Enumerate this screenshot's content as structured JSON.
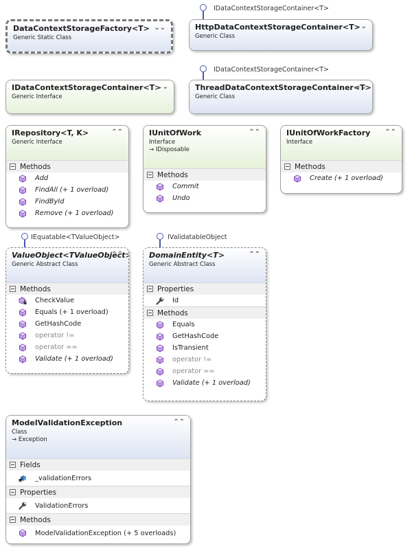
{
  "boxes": {
    "factory": {
      "title": "DataContextStorageFactory<T>",
      "kind": "Generic Static Class",
      "toggle": "⌄⌄"
    },
    "http": {
      "title": "HttpDataContextStorageContainer<T>",
      "kind": "Generic Class",
      "toggle": "⌄⌄",
      "interface": "IDataContextStorageContainer<T>"
    },
    "idcsc": {
      "title": "IDataContextStorageContainer<T>",
      "kind": "Generic Interface",
      "toggle": "⌄⌄"
    },
    "thread": {
      "title": "ThreadDataContextStorageContainer<T>",
      "kind": "Generic Class",
      "toggle": "⌄⌄",
      "interface": "IDataContextStorageContainer<T>"
    },
    "irepo": {
      "title": "IRepository<T, K>",
      "kind": "Generic Interface",
      "toggle": "⌃⌃",
      "sections": [
        {
          "label": "Methods",
          "members": [
            "Add",
            "FindAll (+ 1 overload)",
            "FindById",
            "Remove (+ 1 overload)"
          ]
        }
      ]
    },
    "iuow": {
      "title": "IUnitOfWork",
      "kind": "Interface",
      "base": "→ IDisposable",
      "toggle": "⌃⌃",
      "sections": [
        {
          "label": "Methods",
          "members": [
            "Commit",
            "Undo"
          ]
        }
      ]
    },
    "iuowf": {
      "title": "IUnitOfWorkFactory",
      "kind": "Interface",
      "toggle": "⌃⌃",
      "sections": [
        {
          "label": "Methods",
          "members": [
            "Create (+ 1 overload)"
          ]
        }
      ]
    },
    "vo": {
      "title": "ValueObject<TValueObject>",
      "kind": "Generic Abstract Class",
      "toggle": "⌃⌃",
      "interface": "IEquatable<TValueObject>",
      "sections": [
        {
          "label": "Methods",
          "members": [
            "CheckValue",
            "Equals (+ 1 overload)",
            "GetHashCode",
            "operator !=",
            "operator ==",
            "Validate (+ 1 overload)"
          ]
        }
      ]
    },
    "de": {
      "title": "DomainEntity<T>",
      "kind": "Generic Abstract Class",
      "toggle": "⌃⌃",
      "interface": "IValidatableObject",
      "sections": [
        {
          "label": "Properties",
          "members": [
            "Id"
          ]
        },
        {
          "label": "Methods",
          "members": [
            "Equals",
            "GetHashCode",
            "IsTransient",
            "operator !=",
            "operator ==",
            "Validate (+ 1 overload)"
          ]
        }
      ]
    },
    "mve": {
      "title": "ModelValidationException",
      "kind": "Class",
      "base": "→ Exception",
      "toggle": "⌃⌃",
      "sections": [
        {
          "label": "Fields",
          "members": [
            "_validationErrors"
          ]
        },
        {
          "label": "Properties",
          "members": [
            "ValidationErrors"
          ]
        },
        {
          "label": "Methods",
          "members": [
            "ModelValidationException (+ 5 overloads)"
          ]
        }
      ]
    }
  },
  "colors": {
    "method_icon": "#8a48c8",
    "class_header": "#dde4f3",
    "interface_header": "#e6f2da",
    "lollipop": "#4a55a8"
  }
}
